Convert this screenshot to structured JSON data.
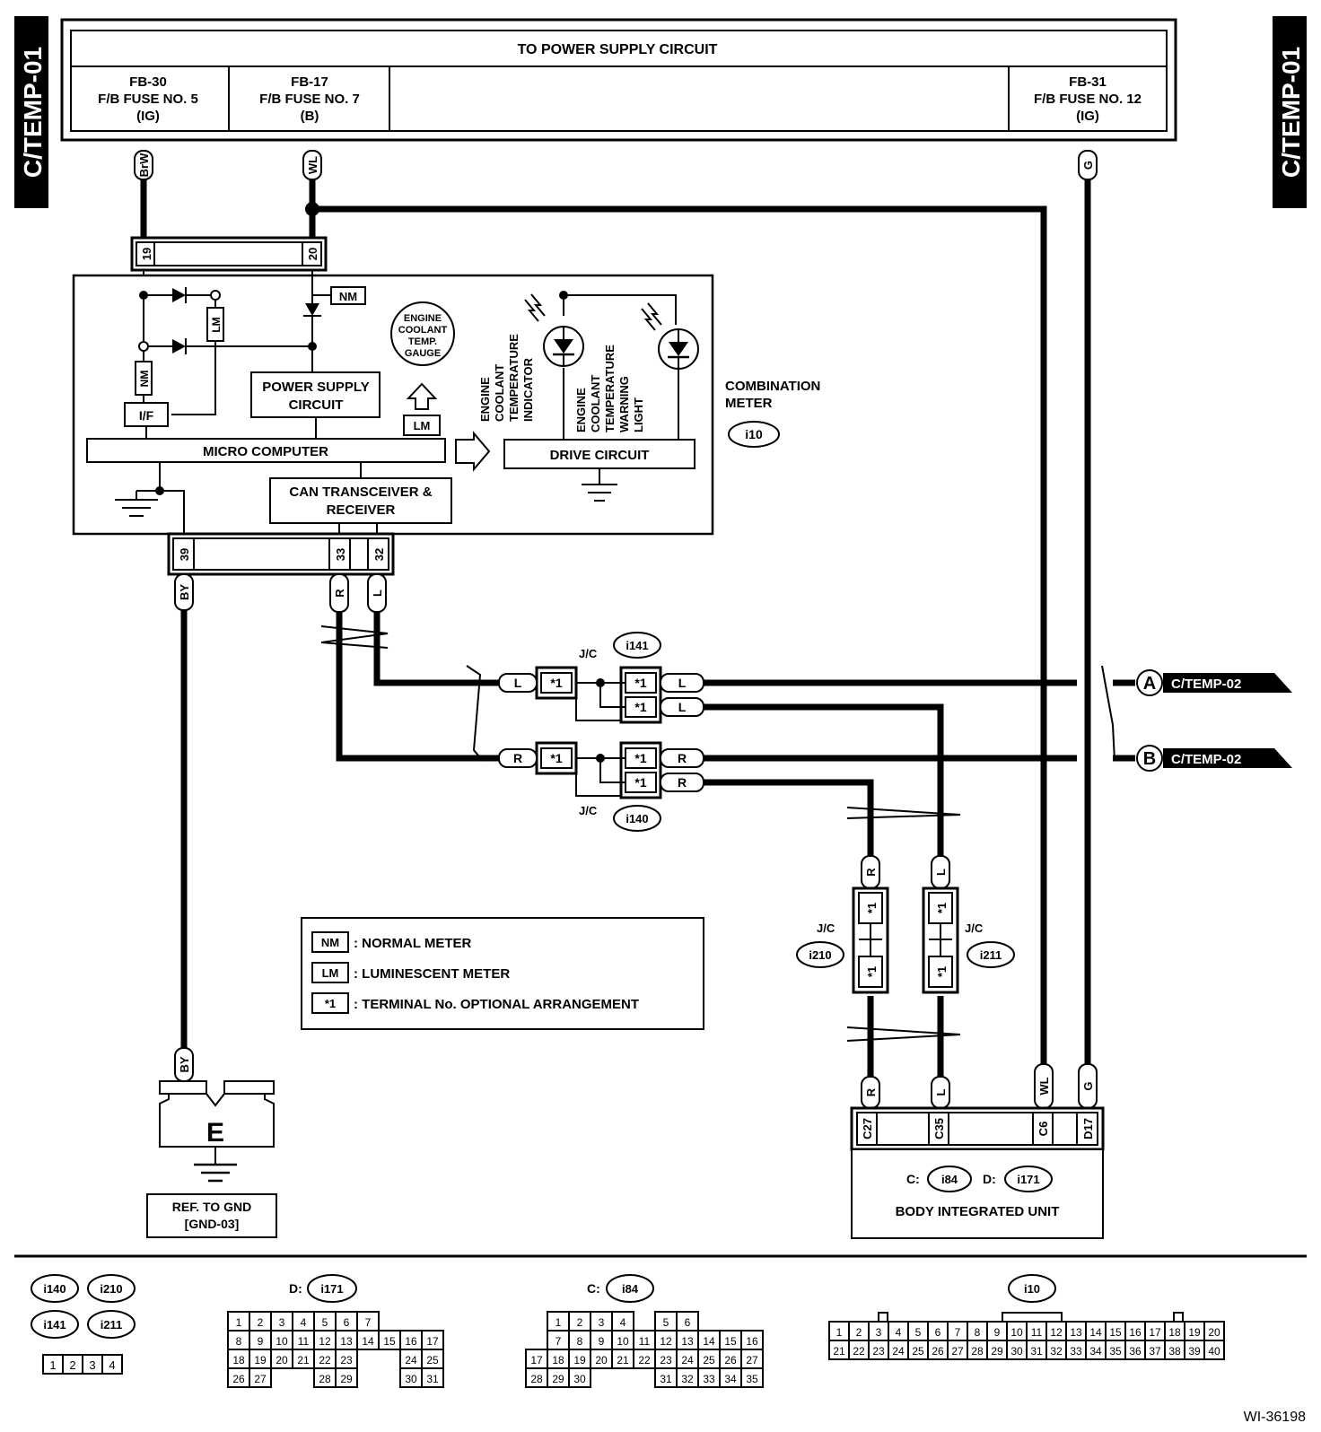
{
  "side_tabs": {
    "left": "C/TEMP-01",
    "right": "C/TEMP-01"
  },
  "power_supply": {
    "title": "TO POWER SUPPLY CIRCUIT",
    "fuses": [
      {
        "l1": "FB-30",
        "l2": "F/B FUSE NO. 5",
        "l3": "(IG)"
      },
      {
        "l1": "FB-17",
        "l2": "F/B FUSE NO. 7",
        "l3": "(B)"
      },
      {
        "l1": "FB-31",
        "l2": "F/B FUSE NO. 12",
        "l3": "(IG)"
      }
    ]
  },
  "wire_colors": {
    "brw": "BrW",
    "wl": "WL",
    "g": "G",
    "by": "BY",
    "r": "R",
    "l": "L"
  },
  "meter_pins": {
    "p19": "19",
    "p20": "20",
    "p39": "39",
    "p33": "33",
    "p32": "32"
  },
  "meter": {
    "nm": "NM",
    "lm": "LM",
    "if": "I/F",
    "gauge": [
      "ENGINE",
      "COOLANT",
      "TEMP.",
      "GAUGE"
    ],
    "power": [
      "POWER SUPPLY",
      "CIRCUIT"
    ],
    "micro": "MICRO COMPUTER",
    "can": [
      "CAN TRANSCEIVER &",
      "RECEIVER"
    ],
    "drive": "DRIVE CIRCUIT",
    "indicator": [
      "ENGINE",
      "COOLANT",
      "TEMPERATURE",
      "INDICATOR"
    ],
    "warning": [
      "ENGINE",
      "COOLANT",
      "TEMPERATURE",
      "WARNING",
      "LIGHT"
    ],
    "combo": [
      "COMBINATION",
      "METER"
    ],
    "code": "i10"
  },
  "junctions": {
    "jc": "J/C",
    "i141": "i141",
    "i140": "i140",
    "i210": "i210",
    "i211": "i211",
    "star": "*1"
  },
  "offpage": {
    "a": "A",
    "b": "B",
    "ref": "C/TEMP-02"
  },
  "legend": [
    {
      "key": "NM",
      "text": ": NORMAL METER"
    },
    {
      "key": "LM",
      "text": ": LUMINESCENT METER"
    },
    {
      "key": "*1",
      "text": ": TERMINAL No. OPTIONAL ARRANGEMENT"
    }
  ],
  "ground": {
    "label": "E",
    "ref1": "REF. TO GND",
    "ref2": "[GND-03]"
  },
  "biu": {
    "pins": [
      "C27",
      "C35",
      "C6",
      "D17"
    ],
    "c_prefix": "C:",
    "c_code": "i84",
    "d_prefix": "D:",
    "d_code": "i171",
    "name": "BODY INTEGRATED UNIT"
  },
  "connectors": {
    "small_codes": [
      "i140",
      "i210",
      "i141",
      "i211"
    ],
    "small_pins": [
      "1",
      "2",
      "3",
      "4"
    ],
    "d_prefix": "D:",
    "d_code": "i171",
    "d_rows": [
      [
        "1",
        "2",
        "3",
        "4",
        "5",
        "6",
        "7"
      ],
      [
        "8",
        "9",
        "10",
        "11",
        "12",
        "13",
        "14",
        "15",
        "16",
        "17"
      ],
      [
        "18",
        "19",
        "20",
        "21",
        "22",
        "23",
        "",
        "",
        "24",
        "25"
      ],
      [
        "26",
        "27",
        "",
        "",
        "28",
        "29",
        "",
        "",
        "30",
        "31"
      ]
    ],
    "c_prefix": "C:",
    "c_code": "i84",
    "c_rows": [
      [
        "",
        "1",
        "2",
        "3",
        "4",
        "",
        "5",
        "6"
      ],
      [
        "",
        "7",
        "8",
        "9",
        "10",
        "11",
        "12",
        "13",
        "14",
        "15",
        "16"
      ],
      [
        "17",
        "18",
        "19",
        "20",
        "21",
        "22",
        "23",
        "24",
        "25",
        "26",
        "27"
      ],
      [
        "28",
        "29",
        "30",
        "",
        "",
        "",
        "31",
        "32",
        "33",
        "34",
        "35"
      ]
    ],
    "i10_code": "i10",
    "i10_rows": [
      [
        "1",
        "2",
        "3",
        "4",
        "5",
        "6",
        "7",
        "8",
        "9",
        "10",
        "11",
        "12",
        "13",
        "14",
        "15",
        "16",
        "17",
        "18",
        "19",
        "20"
      ],
      [
        "21",
        "22",
        "23",
        "24",
        "25",
        "26",
        "27",
        "28",
        "29",
        "30",
        "31",
        "32",
        "33",
        "34",
        "35",
        "36",
        "37",
        "38",
        "39",
        "40"
      ]
    ]
  },
  "figure_id": "WI-36198"
}
